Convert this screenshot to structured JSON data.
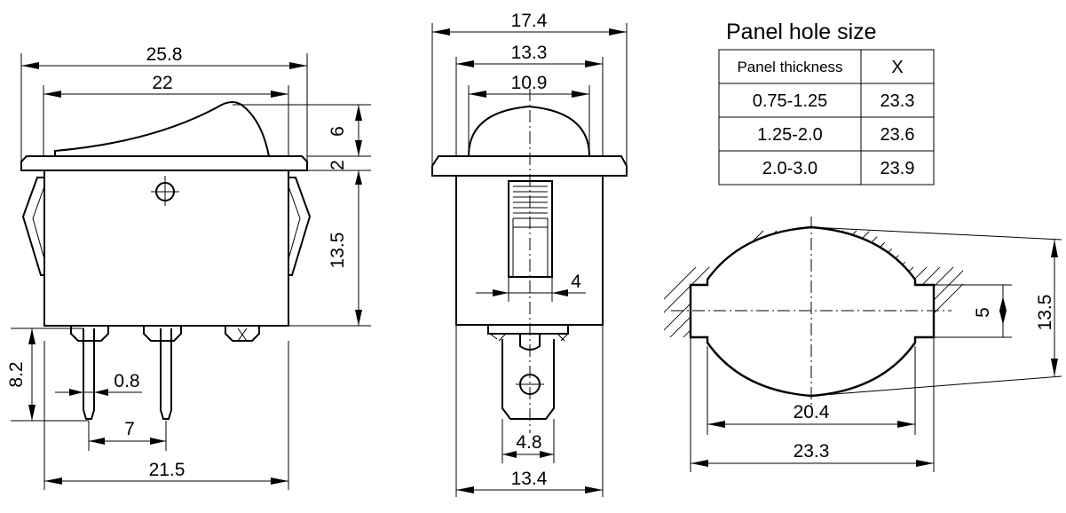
{
  "side_view": {
    "overall_width": "25.8",
    "actuator_width": "22",
    "actuator_height": "6",
    "flange_thickness": "2",
    "body_height": "13.5",
    "terminal_length": "8.2",
    "terminal_thickness": "0.8",
    "terminal_pitch": "7",
    "body_width": "21.5"
  },
  "front_view": {
    "flange_width": "17.4",
    "bezel_width": "13.3",
    "rocker_width": "10.9",
    "terminal_gap": "4",
    "terminal_width": "4.8",
    "body_width": "13.4"
  },
  "panel_hole": {
    "title": "Panel hole size",
    "columns": [
      "Panel thickness",
      "X"
    ],
    "rows": [
      [
        "0.75-1.25",
        "23.3"
      ],
      [
        "1.25-2.0",
        "23.6"
      ],
      [
        "2.0-3.0",
        "23.9"
      ]
    ],
    "hole_height": "13.5",
    "tab_height": "5",
    "inner_width": "20.4",
    "outer_width": "23.3"
  }
}
